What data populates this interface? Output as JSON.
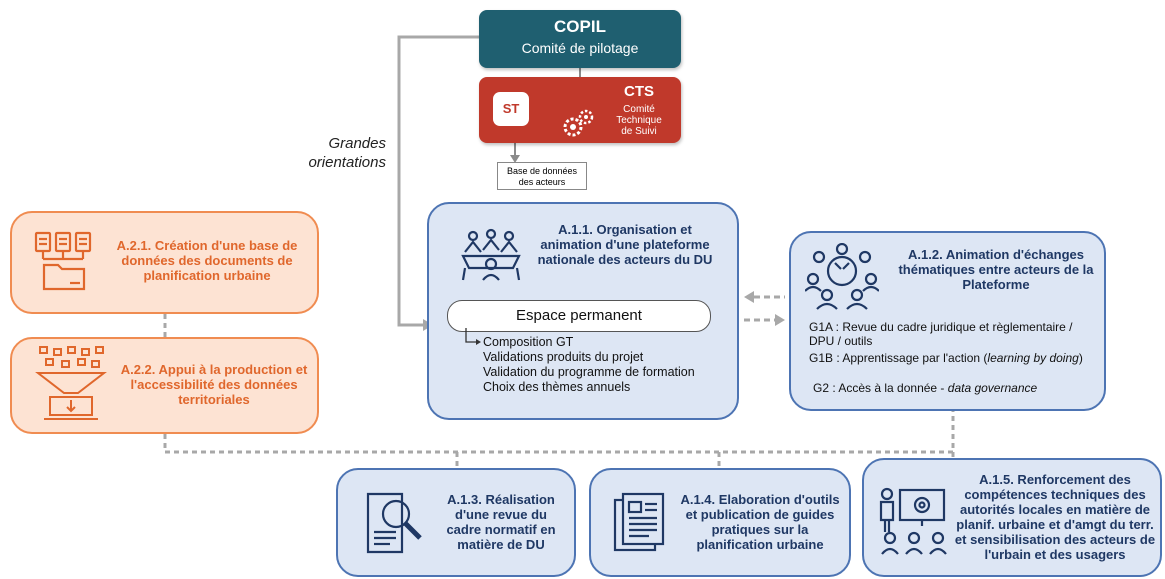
{
  "copil": {
    "title": "COPIL",
    "subtitle": "Comité de pilotage"
  },
  "cts": {
    "title": "CTS",
    "st_label": "ST",
    "subtitle": "Comité\nTechnique\nde Suivi"
  },
  "base_acteurs": "Base de données\ndes acteurs",
  "grandes_orientations": "Grandes\norientations",
  "a11": {
    "title": "A.1.1. Organisation et animation d'une plateforme nationale des acteurs du DU",
    "espace": "Espace permanent",
    "items": [
      "Composition GT",
      "Validations produits du projet",
      "Validation du programme de formation",
      "Choix des thèmes annuels"
    ]
  },
  "a12": {
    "title": "A.1.2. Animation d'échanges thématiques entre acteurs de la Plateforme",
    "groups": [
      {
        "code": "G1A :",
        "text": "Revue du cadre juridique et règlementaire / DPU / outils"
      },
      {
        "code": "G1B :",
        "text": "Apprentissage par l'action (",
        "italic": "learning by doing",
        "after": ")"
      },
      {
        "code": "G2 :",
        "text": "Accès à la donnée - ",
        "italic": "data governance",
        "after": ""
      }
    ]
  },
  "a21": {
    "title": "A.2.1. Création d'une base de données des documents de planification urbaine"
  },
  "a22": {
    "title": "A.2.2. Appui à la production et l'accessibilité des données territoriales"
  },
  "a13": {
    "title": "A.1.3. Réalisation d'une revue du cadre normatif en matière de DU"
  },
  "a14": {
    "title": "A.1.4. Elaboration d'outils et publication de guides pratiques sur la planification urbaine"
  },
  "a15": {
    "title": "A.1.5. Renforcement des compétences techniques des autorités locales en matière de planif. urbaine et d'amgt du terr. et sensibilisation des acteurs de l'urbain et des usagers"
  },
  "colors": {
    "teal": "#1f5f70",
    "red": "#c0392b",
    "blue_border": "#4d74b3",
    "blue_fill": "#dde6f4",
    "orange_border": "#f08c51",
    "orange_fill": "#fde3d3",
    "orange_text": "#e0672c",
    "navy_text": "#1f3864"
  }
}
